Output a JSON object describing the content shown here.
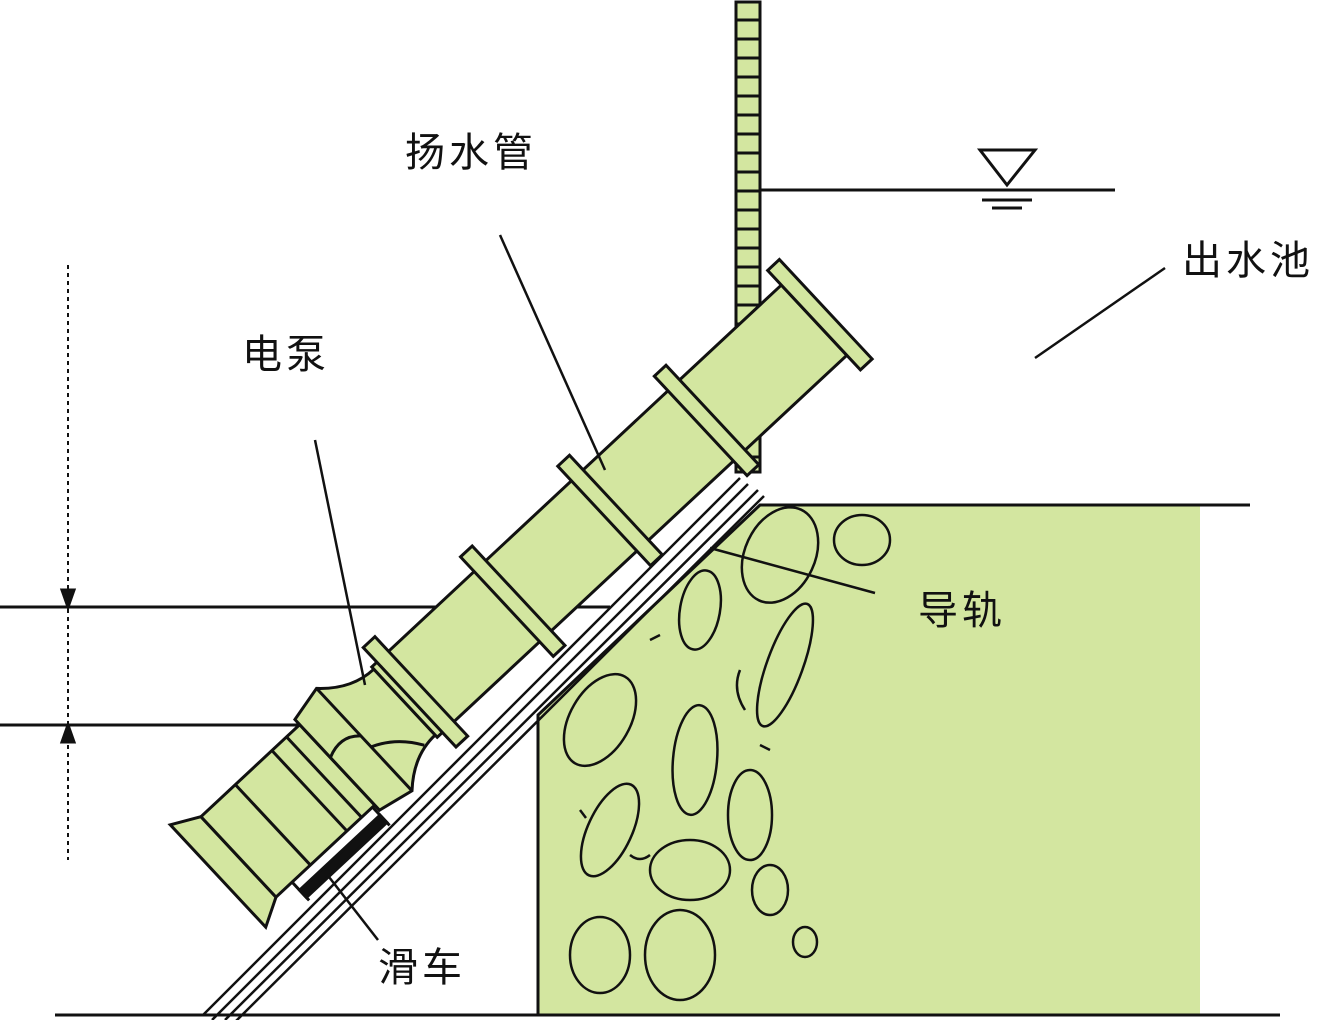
{
  "labels": {
    "riser_pipe": "扬水管",
    "outlet_pool": "出水池",
    "electric_pump": "电泵",
    "guide_rail": "导轨",
    "trolley": "滑车"
  },
  "colors": {
    "fill": "#d3e6a0",
    "line": "#111111"
  }
}
